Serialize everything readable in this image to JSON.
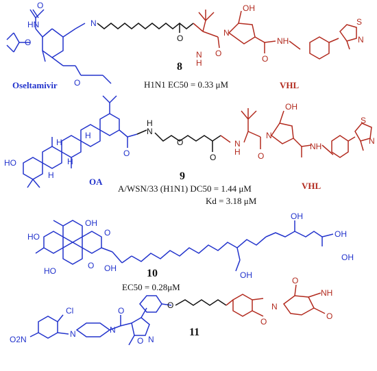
{
  "colors": {
    "blue": "#2233cc",
    "red": "#b22a1e",
    "black": "#111111"
  },
  "compounds": [
    {
      "id": "8",
      "left_name": "Oseltamivir",
      "right_name": "VHL",
      "activity": "H1N1   EC50 = 0.33 μM",
      "atoms": {
        "hn": "HN",
        "o_ether": "O",
        "o_ester": "O",
        "o_carbonyl": "O",
        "nh_linker": "N",
        "o_amide": "O",
        "nh_peptide": "H",
        "n_peptide": "N",
        "o_ring": "O",
        "oh": "OH",
        "n_pro": "N",
        "o_pro": "O",
        "nh_vhl": "NH",
        "s": "S",
        "n_thz": "N"
      }
    },
    {
      "id": "9",
      "left_name": "OA",
      "right_name": "VHL",
      "activity_1": "A/WSN/33 (H1N1)   DC50 = 1.44 μM",
      "activity_2": "Kd =  3.18 μM",
      "atoms": {
        "ho": "HO",
        "h1": "H",
        "h2": "H",
        "h3": "H",
        "h4": "H",
        "o_c": "O",
        "n_h": "N",
        "h_n": "H",
        "o_ether": "O",
        "o_amide": "O",
        "n_peptide": "N",
        "h_peptide": "H",
        "o_pro": "O",
        "oh": "OH",
        "n_pro": "N",
        "nh_vhl": "NH",
        "s": "S",
        "n_thz": "N"
      }
    },
    {
      "id": "10",
      "activity": "EC50 = 0.28μM",
      "atoms": {
        "oh_top": "OH",
        "ho_left": "HO",
        "o_1": "O",
        "o_2": "O",
        "ho_bottom": "HO",
        "oh_mid": "OH",
        "oh_chain1": "OH",
        "oh_chain2": "OH",
        "oh_end": "OH",
        "oh_allyl": "OH"
      }
    },
    {
      "id": "11",
      "atoms": {
        "cl": "Cl",
        "no2": "O2N",
        "n1": "N",
        "n2": "N",
        "o_c": "O",
        "n_iso": "N",
        "o_iso": "O",
        "o_ether": "O",
        "n_imide": "N",
        "o_imide": "O",
        "nh": "NH",
        "o_1": "O",
        "o_2": "O"
      }
    }
  ]
}
